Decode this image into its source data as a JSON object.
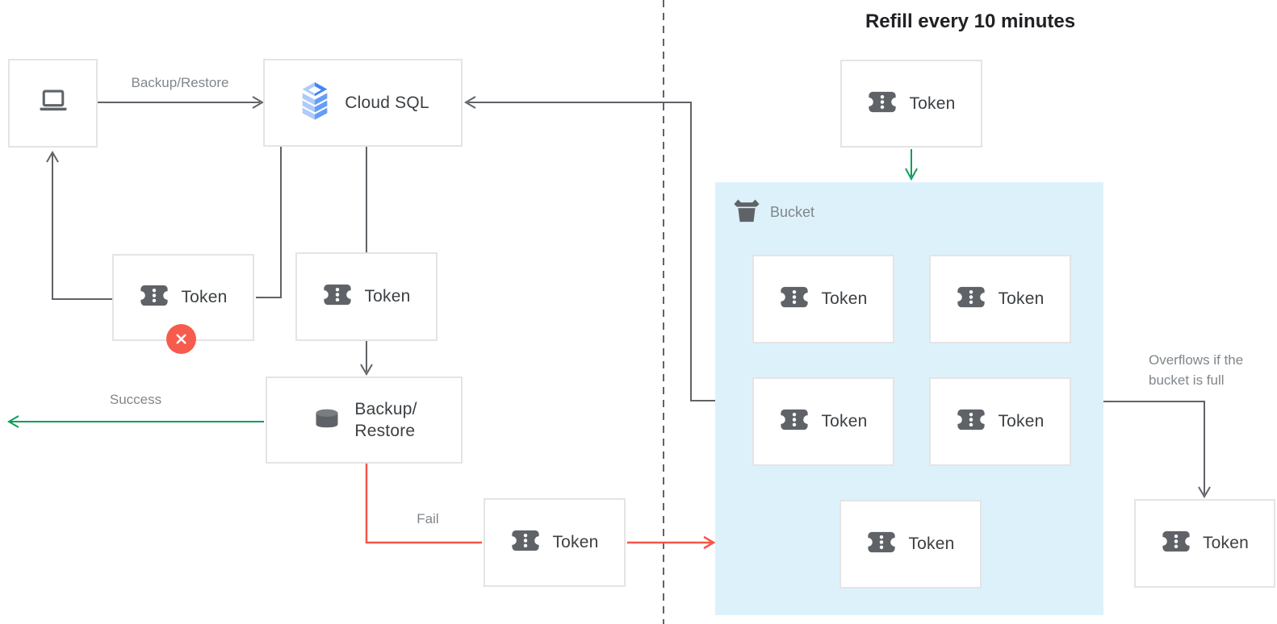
{
  "refill_title": "Refill every 10 minutes",
  "client": {
    "icon": "laptop-icon"
  },
  "cloud_sql": {
    "label": "Cloud SQL",
    "icon": "cloud-sql-icon"
  },
  "edges": {
    "backup_restore_request": "Backup/Restore",
    "success": "Success",
    "fail": "Fail",
    "overflow": "Overflows if the\nbucket is full"
  },
  "tokens": {
    "denied": "Token",
    "allowed": "Token",
    "fail": "Token",
    "refill": "Token",
    "overflow": "Token"
  },
  "backup_restore_box": {
    "label": "Backup/\nRestore",
    "icon": "database-icon"
  },
  "bucket": {
    "label": "Bucket",
    "icon": "bucket-icon",
    "tokens": [
      "Token",
      "Token",
      "Token",
      "Token",
      "Token"
    ]
  },
  "colors": {
    "line_dark": "#5f6368",
    "line_green": "#0f9d58",
    "line_red": "#f8554a",
    "badge_red": "#f65b4c",
    "bucket_bg": "#ddf1fb",
    "box_border": "#e4e4e4",
    "text_dark": "#3c4043",
    "text_gray": "#80868b",
    "sql_blue_light": "#aecbfa",
    "sql_blue_mid": "#669df6",
    "sql_blue_dark": "#4285f4"
  }
}
